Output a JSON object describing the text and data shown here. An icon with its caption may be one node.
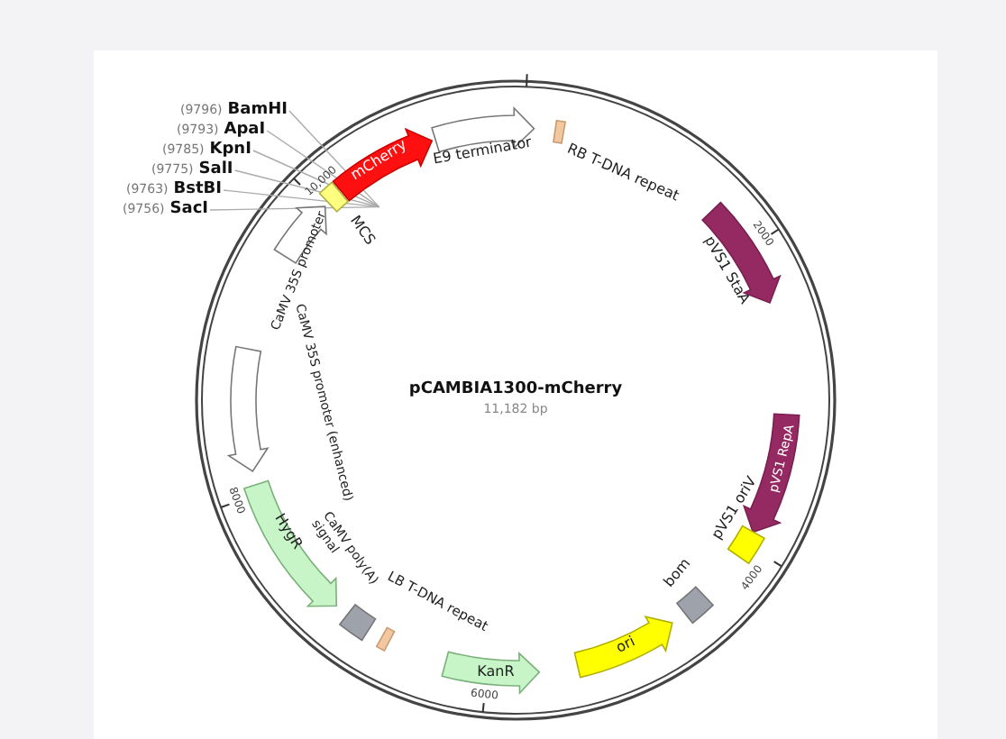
{
  "diagram": {
    "title": "pCAMBIA1300-mCherry",
    "nodes": [
      {
        "text": [
          "(9796)",
          "BamHI"
        ]
      },
      {
        "text": [
          "(9793)",
          "ApaI"
        ]
      },
      {
        "text": [
          "(9785)",
          "KpnI"
        ]
      },
      {
        "text": [
          "(9775)",
          "SalI"
        ]
      },
      {
        "text": [
          "(9763)",
          "BstBI"
        ]
      },
      {
        "text": [
          "(9756)",
          "SacI"
        ]
      },
      {
        "text": [
          "mCherry"
        ]
      },
      {
        "text": [
          "E9 terminator"
        ]
      },
      {
        "text": [
          "RB T-DNA repeat"
        ]
      },
      {
        "text": [
          "MCS"
        ]
      },
      {
        "text": [
          "CaMV 35S promoter"
        ]
      },
      {
        "text": [
          "pVS1 StaA"
        ]
      },
      {
        "text": [
          "CaMV 35S promoter (enhanced)"
        ]
      },
      {
        "text": [
          "pVS1 RepA"
        ]
      },
      {
        "text": [
          "pVS1 oriV"
        ]
      },
      {
        "text": [
          "HygR"
        ]
      },
      {
        "text": [
          "CaMV poly(A) signal"
        ]
      },
      {
        "text": [
          "LB T-DNA repeat"
        ]
      },
      {
        "text": [
          "bom"
        ]
      },
      {
        "text": [
          "KanR"
        ]
      },
      {
        "text": [
          "ori"
        ]
      }
    ],
    "edges": [
      {
        "from": 0,
        "to": 9,
        "arrow": "none"
      },
      {
        "from": 1,
        "to": 9,
        "arrow": "none"
      },
      {
        "from": 2,
        "to": 9,
        "arrow": "none"
      },
      {
        "from": 3,
        "to": 9,
        "arrow": "none"
      },
      {
        "from": 4,
        "to": 9,
        "arrow": "none"
      },
      {
        "from": 5,
        "to": 9,
        "arrow": "none"
      }
    ],
    "labels": [
      "11,182 bp",
      "10,000",
      "2000",
      "4000",
      "6000",
      "8000"
    ]
  }
}
